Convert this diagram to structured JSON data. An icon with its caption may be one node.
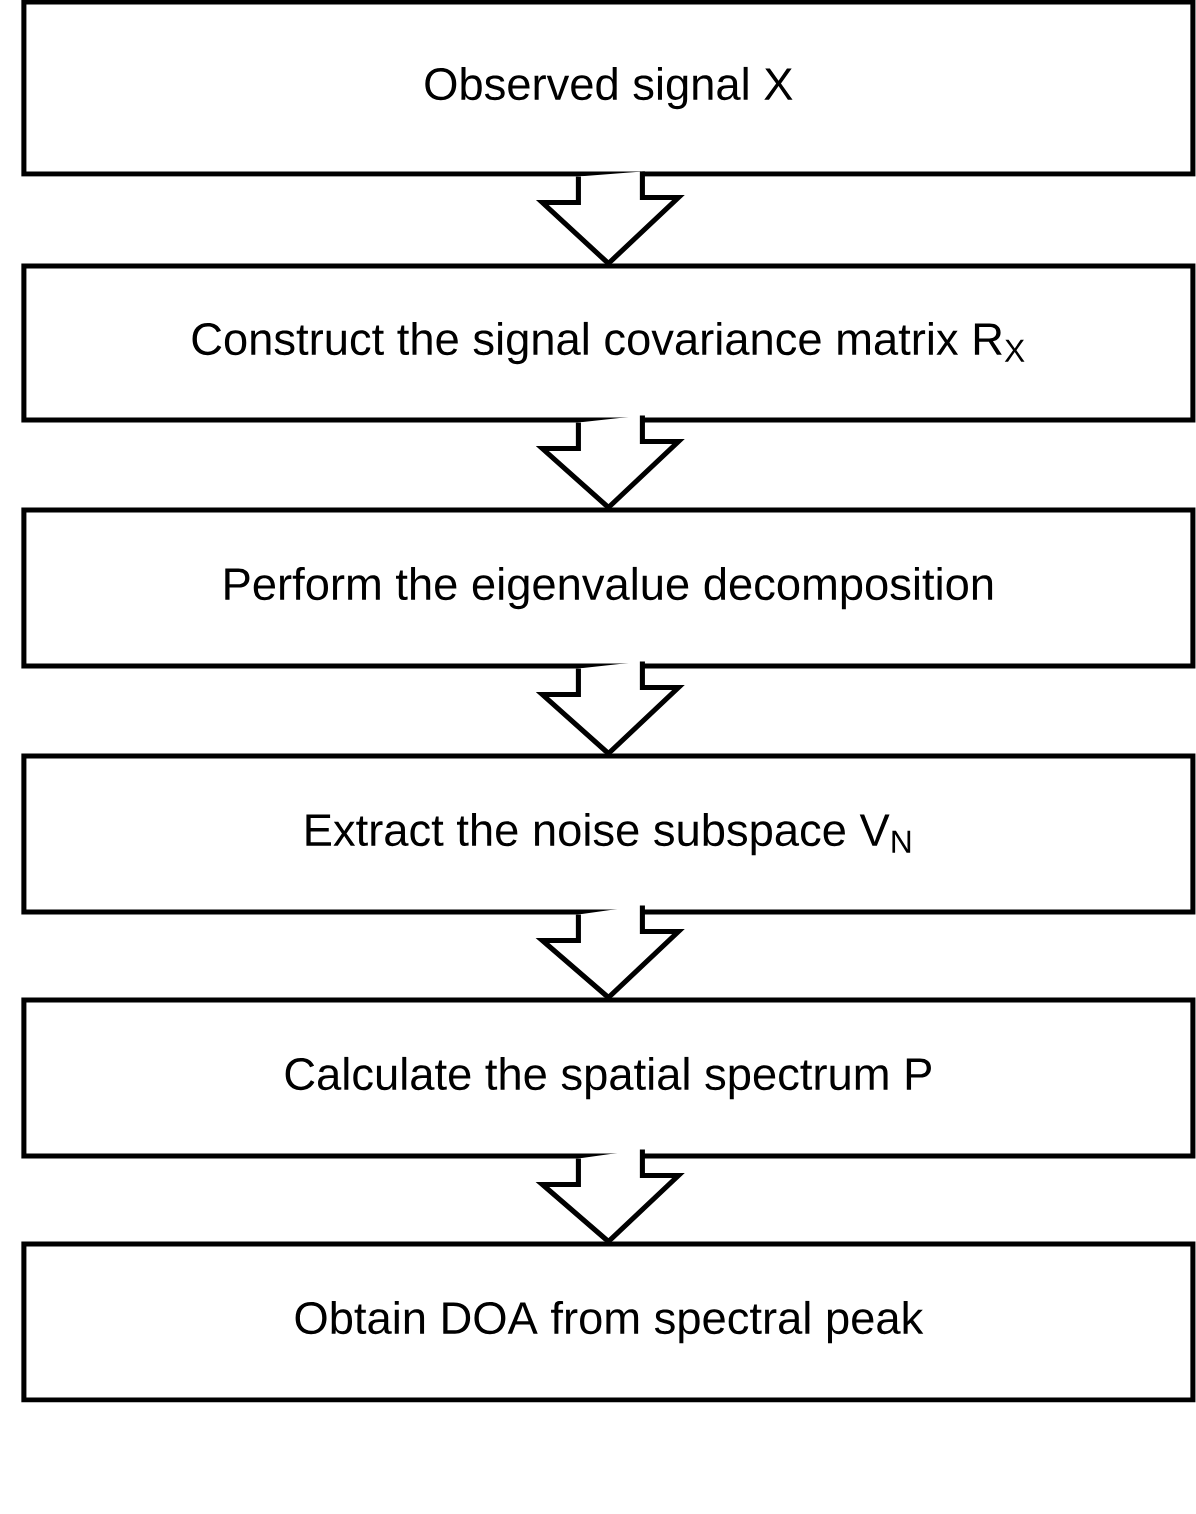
{
  "diagram": {
    "nodes": [
      {
        "text": [
          "Observed signal X"
        ]
      },
      {
        "text": [
          "Construct the signal covariance matrix R$_{X}$"
        ]
      },
      {
        "text": [
          "Perform the eigenvalue decomposition"
        ]
      },
      {
        "text": [
          "Extract the noise subspace  V$_{N}$"
        ]
      },
      {
        "text": [
          "Calculate the spatial spectrum P"
        ]
      },
      {
        "text": [
          "Obtain DOA from spectral peak"
        ]
      }
    ],
    "edges": [
      {
        "from": 0,
        "to": 1,
        "arrow": "to"
      },
      {
        "from": 1,
        "to": 2,
        "arrow": "to"
      },
      {
        "from": 2,
        "to": 3,
        "arrow": "to"
      },
      {
        "from": 3,
        "to": 4,
        "arrow": "to"
      },
      {
        "from": 4,
        "to": 5,
        "arrow": "to"
      }
    ]
  }
}
